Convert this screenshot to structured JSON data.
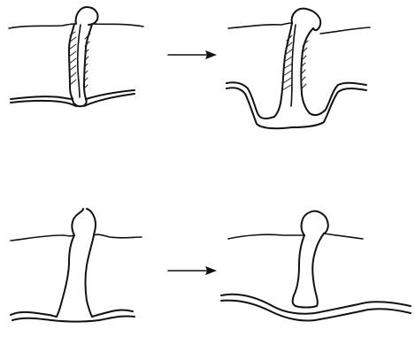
{
  "figure": {
    "panels": [
      {
        "name": "top-left",
        "depicts": "stalk-bridge-straight-membrane"
      },
      {
        "name": "top-right",
        "depicts": "stalk-bridge-dimpled-membrane"
      },
      {
        "name": "bottom-left",
        "depicts": "hemifusion-stalk-straight-membrane"
      },
      {
        "name": "bottom-right",
        "depicts": "hemifusion-stalk-dimpled-membrane"
      }
    ],
    "arrows": [
      {
        "name": "transition-arrow-top",
        "icon": "right-arrow-icon"
      },
      {
        "name": "transition-arrow-bottom",
        "icon": "right-arrow-icon"
      }
    ],
    "colors": {
      "ink": "#111111",
      "background": "#ffffff"
    }
  }
}
